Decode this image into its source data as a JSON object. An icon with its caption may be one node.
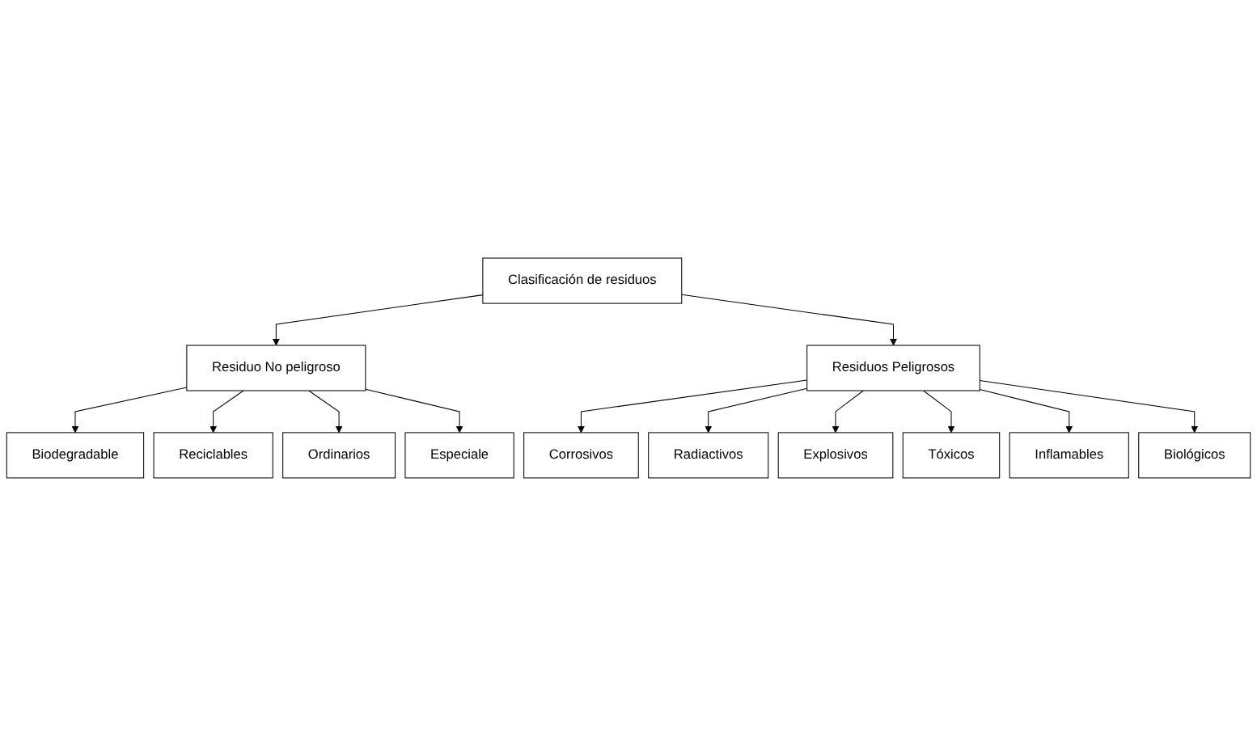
{
  "diagram": {
    "nodes": [
      {
        "text": [
          "Clasificación de residuos"
        ]
      },
      {
        "text": [
          "Residuo No peligroso"
        ]
      },
      {
        "text": [
          "Residuos Peligrosos"
        ]
      },
      {
        "text": [
          "Biodegradable"
        ]
      },
      {
        "text": [
          "Reciclables"
        ]
      },
      {
        "text": [
          "Ordinarios"
        ]
      },
      {
        "text": [
          "Especiale"
        ]
      },
      {
        "text": [
          "Corrosivos"
        ]
      },
      {
        "text": [
          "Radiactivos"
        ]
      },
      {
        "text": [
          "Explosivos"
        ]
      },
      {
        "text": [
          "Tóxicos"
        ]
      },
      {
        "text": [
          "Inflamables"
        ]
      },
      {
        "text": [
          "Biológicos"
        ]
      }
    ],
    "edges": [
      {
        "from": 0,
        "to": 1,
        "arrow": "to"
      },
      {
        "from": 0,
        "to": 2,
        "arrow": "to"
      },
      {
        "from": 1,
        "to": 3,
        "arrow": "to"
      },
      {
        "from": 1,
        "to": 4,
        "arrow": "to"
      },
      {
        "from": 1,
        "to": 5,
        "arrow": "to"
      },
      {
        "from": 1,
        "to": 6,
        "arrow": "to"
      },
      {
        "from": 2,
        "to": 7,
        "arrow": "to"
      },
      {
        "from": 2,
        "to": 8,
        "arrow": "to"
      },
      {
        "from": 2,
        "to": 9,
        "arrow": "to"
      },
      {
        "from": 2,
        "to": 10,
        "arrow": "to"
      },
      {
        "from": 2,
        "to": 11,
        "arrow": "to"
      },
      {
        "from": 2,
        "to": 12,
        "arrow": "to"
      }
    ]
  }
}
